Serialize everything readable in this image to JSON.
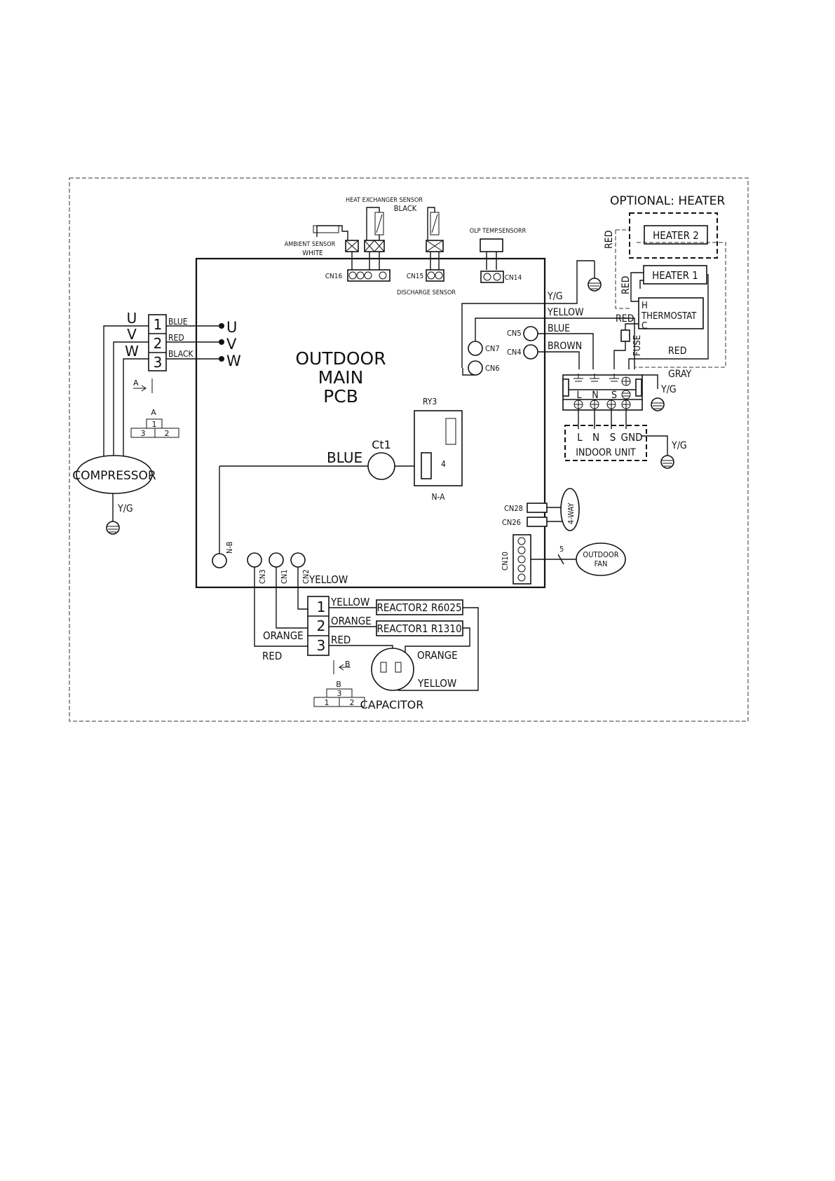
{
  "pcb": {
    "l1": "OUTDOOR",
    "l2": "MAIN",
    "l3": "PCB"
  },
  "optional_heater": "OPTIONAL: HEATER",
  "heater2": "HEATER 2",
  "heater1": "HEATER 1",
  "thermostat": {
    "h": "H",
    "label": "THERMOSTAT",
    "c": "C"
  },
  "fuse": "FUSE",
  "sensors": {
    "heat_exchanger": "HEAT EXCHANGER SENSOR",
    "black": "BLACK",
    "ambient": "AMBIENT SENSOR",
    "white": "WHITE",
    "discharge": "DISCHARGE SENSOR",
    "olp": "OLP TEMP.SENSORR"
  },
  "connectors": {
    "cn16": "CN16",
    "cn15": "CN15",
    "cn14": "CN14",
    "cn7": "CN7",
    "cn6": "CN6",
    "cn5": "CN5",
    "cn4": "CN4",
    "cn28": "CN28",
    "cn26": "CN26",
    "cn10": "CN10",
    "cn3": "CN3",
    "cn1": "CN1",
    "cn2": "CN2"
  },
  "wires": {
    "blue": "BLUE",
    "red": "RED",
    "black": "BLACK",
    "yellow": "YELLOW",
    "brown": "BROWN",
    "orange": "ORANGE",
    "gray": "GRAY",
    "yg": "Y/G"
  },
  "uvw_terminal": {
    "nums": [
      "1",
      "2",
      "3"
    ],
    "letters": [
      "U",
      "V",
      "W"
    ]
  },
  "motor_terminals": [
    "U",
    "V",
    "W"
  ],
  "compressor": "COMPRESSOR",
  "ct1": "Ct1",
  "relay": {
    "name": "RY3",
    "pin": "4",
    "na": "N-A"
  },
  "nb": "N-B",
  "four_way": "4-WAY",
  "outdoor_fan": {
    "l1": "OUTDOOR",
    "l2": "FAN"
  },
  "fan_wires": "5",
  "terminal_block": {
    "top": [
      "L",
      "N",
      "S"
    ],
    "bottom": [
      "L",
      "N",
      "S",
      "GND"
    ]
  },
  "indoor_unit": "INDOOR UNIT",
  "reactor2": "REACTOR2 R6025",
  "reactor1": "REACTOR1 R1310",
  "capacitor": "CAPACITOR",
  "reactor_terminal": [
    "1",
    "2",
    "3"
  ],
  "view_a": {
    "arrow": "A",
    "label": "A",
    "top": "1",
    "bottom": [
      "3",
      "2"
    ]
  },
  "view_b": {
    "arrow": "B",
    "label": "B",
    "top": "3",
    "bottom": [
      "1",
      "2"
    ]
  }
}
